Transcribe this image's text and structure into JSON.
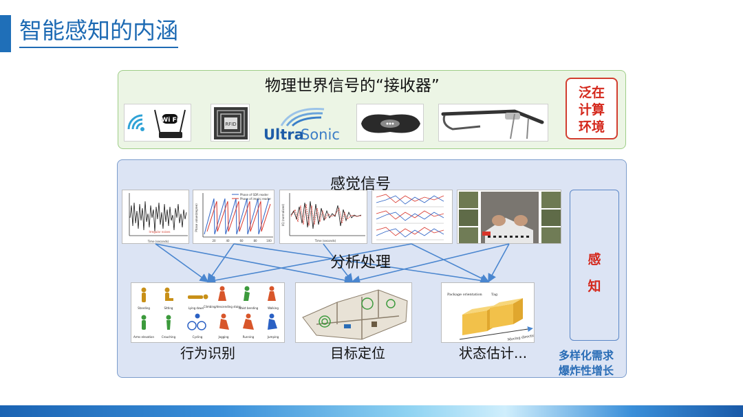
{
  "page": {
    "title": "智能感知的内涵"
  },
  "receiver": {
    "title": "物理世界信号的“接收器”",
    "ubiquitous": [
      "泛在",
      "计算",
      "环境"
    ],
    "devices": [
      {
        "name": "wifi-router",
        "text": "Wi Fi"
      },
      {
        "name": "rfid-tag",
        "text": "RFID"
      },
      {
        "name": "ultrasonic",
        "text_a": "Ultra",
        "text_b": "Sonic"
      },
      {
        "name": "wristband"
      },
      {
        "name": "smart-glasses"
      }
    ]
  },
  "sensing": {
    "title": "感觉信号",
    "analysis": "分析处理",
    "applications": [
      {
        "label": "行为识别"
      },
      {
        "label": "目标定位"
      },
      {
        "label": "状态估计..."
      }
    ],
    "perception": [
      "感",
      "知"
    ],
    "demand": [
      "多样化需求",
      "爆炸性增长"
    ]
  },
  "thumbnails": {
    "chart2_legend": [
      "Phase of SDR reader",
      "Phase of impinj reader"
    ],
    "chart2_ylabel": "Phase value(degree)",
    "chart2_xticks": [
      "20",
      "40",
      "60",
      "80",
      "100"
    ],
    "chart1_xlabel": "Time (seconds)",
    "chart1_note": "Irregular noises",
    "chart3_xlabel": "Time (seconds)",
    "chart3_ylabel": "I/Q (normalized)"
  },
  "activity_labels": {
    "row1": [
      "Standing",
      "Sitting",
      "Lying down",
      "Climbing/descending stairs",
      "Waist bending",
      "Walking"
    ],
    "row2": [
      "Arms elevation",
      "Crouching",
      "Cycling",
      "Jogging",
      "Running",
      "Jumping"
    ]
  },
  "state_labels": {
    "package": "Package orientation",
    "tag": "Tag",
    "direction": "Moving direction"
  },
  "colors": {
    "accent_blue": "#1d6ab3",
    "red": "#d4281c",
    "green_border": "#9dcd86",
    "blue_panel": "#dce4f4"
  }
}
